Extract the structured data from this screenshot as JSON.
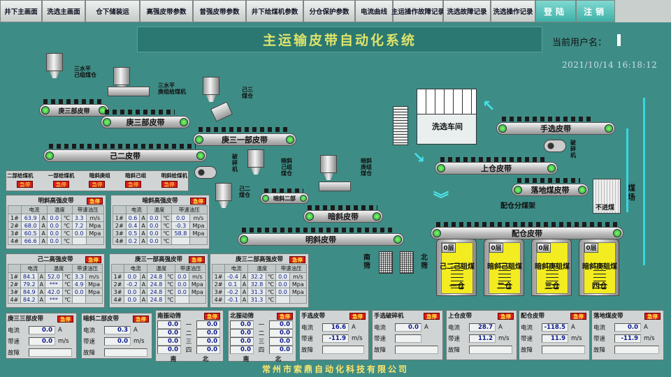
{
  "nav": [
    "井下主画面",
    "洗选主画面",
    "仓下储装运",
    "高强皮带参数",
    "普强皮带参数",
    "井下给煤机参数",
    "分仓保护参数",
    "电流曲线",
    "主运操作故障记录",
    "洗选故障记录",
    "洗选操作记录"
  ],
  "login": "登陆",
  "logout": "注销",
  "title": "主运输皮带自动化系统",
  "user_label": "当前用户名：",
  "datetime": "2021/10/14 16:18:12",
  "footer": "常州市索鼎自动化科技有限公司",
  "belts": {
    "b1": "庚三部皮带",
    "b2": "庚三部皮带",
    "b3": "庚三一部皮带",
    "b4": "己二皮带",
    "b5": "暗斜二部",
    "b6": "暗斜皮带",
    "b7": "明斜皮带",
    "b8": "手选皮带",
    "b9": "上仓皮带",
    "b10": "落地煤皮带",
    "b11": "配仓皮带"
  },
  "labels": {
    "l1": "三水平\n己组煤仓",
    "l2": "三水平\n庚组给煤机",
    "l3": "己三\n煤仓",
    "l4": "破\n碎\n机",
    "l5": "暗斜\n己组\n煤仓",
    "l6": "暗斜\n庚组\n煤仓",
    "l7": "己二\n煤仓",
    "wash": "洗选车间",
    "crusher": "破\n碎\n机",
    "coalyard": "煤\n场",
    "notin": "不进煤",
    "peicang": "配仓分煤架",
    "south": "南\n筛",
    "north": "北\n筛"
  },
  "silos": [
    {
      "n": "0层",
      "t1": "己二己组煤",
      "t2": "一仓"
    },
    {
      "n": "0层",
      "t1": "暗斜己组煤",
      "t2": "二仓"
    },
    {
      "n": "0层",
      "t1": "暗斜庚组煤",
      "t2": "三仓"
    },
    {
      "n": "0层",
      "t1": "暗斜庚组煤",
      "t2": "四仓"
    }
  ],
  "feeders": {
    "headers": [
      "二部给煤机",
      "一部给煤机",
      "暗斜庚组",
      "暗斜己组",
      "明斜给煤机"
    ],
    "stop": "急停"
  },
  "hp1": {
    "title": "明斜高强皮带",
    "cols": [
      "电流",
      "温度",
      "带速油压"
    ],
    "rows": [
      [
        "1#",
        "63.9",
        "A",
        "0.0",
        "℃",
        "3.3",
        "m/s"
      ],
      [
        "2#",
        "68.0",
        "A",
        "0.0",
        "℃",
        "7.2",
        "Mpa"
      ],
      [
        "3#",
        "60.5",
        "A",
        "0.0",
        "℃",
        "0.0",
        "Mpa"
      ],
      [
        "4#",
        "66.6",
        "A",
        "0.0",
        "℃",
        "",
        ""
      ]
    ]
  },
  "hp2": {
    "title": "暗斜高强皮带",
    "cols": [
      "电流",
      "温度",
      "带速油压"
    ],
    "rows": [
      [
        "1#",
        "0.6",
        "A",
        "0.0",
        "℃",
        "0.0",
        "m/s"
      ],
      [
        "2#",
        "0.4",
        "A",
        "0.0",
        "℃",
        "-0.3",
        "Mpa"
      ],
      [
        "3#",
        "0.5",
        "A",
        "0.0",
        "℃",
        "58.8",
        "Mpa"
      ],
      [
        "4#",
        "0.2",
        "A",
        "0.0",
        "℃",
        "",
        ""
      ]
    ]
  },
  "hp3": {
    "title": "己二高强皮带",
    "cols": [
      "电流",
      "温度",
      "带速油压"
    ],
    "rows": [
      [
        "1#",
        "84.1",
        "A",
        "52.0",
        "℃",
        "3.3",
        "m/s"
      ],
      [
        "2#",
        "79.2",
        "A",
        "***",
        "℃",
        "4.9",
        "Mpa"
      ],
      [
        "3#",
        "84.9",
        "A",
        "42.0",
        "℃",
        "0.0",
        "Mpa"
      ],
      [
        "4#",
        "84.2",
        "A",
        "***",
        "℃",
        "",
        ""
      ]
    ]
  },
  "hp4": {
    "title": "庚三一部高强皮带",
    "cols": [
      "电流",
      "温度",
      "带速油压"
    ],
    "rows": [
      [
        "1#",
        "0.0",
        "A",
        "24.8",
        "℃",
        "0.0",
        "m/s"
      ],
      [
        "2#",
        "-0.2",
        "A",
        "24.8",
        "℃",
        "0.0",
        "Mpa"
      ],
      [
        "3#",
        "0.0",
        "A",
        "24.8",
        "℃",
        "0.0",
        "Mpa"
      ],
      [
        "4#",
        "0.0",
        "A",
        "24.8",
        "℃",
        "",
        ""
      ]
    ]
  },
  "hp5": {
    "title": "庚三二部高强皮带",
    "cols": [
      "电流",
      "温度",
      "带速油压"
    ],
    "rows": [
      [
        "1#",
        "-0.4",
        "A",
        "32.2",
        "℃",
        "0.0",
        "m/s"
      ],
      [
        "2#",
        "0.1",
        "A",
        "32.8",
        "℃",
        "0.0",
        "Mpa"
      ],
      [
        "3#",
        "-0.2",
        "A",
        "31.3",
        "℃",
        "0.0",
        "Mpa"
      ],
      [
        "4#",
        "-0.1",
        "A",
        "31.3",
        "℃",
        "",
        ""
      ]
    ]
  },
  "small": [
    {
      "title": "庚三三部皮带",
      "i": "0.0",
      "s": "0.0",
      "unit_i": "A",
      "unit_s": "m/s"
    },
    {
      "title": "暗斜二部皮带",
      "i": "0.3",
      "s": "0.0",
      "unit_i": "A",
      "unit_s": "m/s"
    },
    {
      "title": "手选皮带",
      "i": "16.6",
      "s": "-11.9",
      "unit_i": "A",
      "unit_s": "m/s"
    },
    {
      "title": "手选破碎机",
      "i": "0.0",
      "s": "",
      "unit_i": "A",
      "unit_s": ""
    },
    {
      "title": "上仓皮带",
      "i": "28.7",
      "s": "11.2",
      "unit_i": "A",
      "unit_s": "m/s"
    },
    {
      "title": "配仓皮带",
      "i": "-118.5",
      "s": "11.9",
      "unit_i": "A",
      "unit_s": "m/s"
    },
    {
      "title": "落地煤皮带",
      "i": "0.0",
      "s": "-11.9",
      "unit_i": "A",
      "unit_s": "m/s"
    }
  ],
  "lbl_current": "电流",
  "lbl_speed": "带速",
  "lbl_fault": "故障",
  "stop": "急停",
  "screens": [
    {
      "title": "南振动筛",
      "vals": [
        "0.0",
        "0.0",
        "0.0",
        "0.0",
        "0.0",
        "0.0",
        "0.0",
        "0.0"
      ],
      "mid": [
        "一",
        "二",
        "三",
        "四"
      ],
      "foot": [
        "南",
        "北"
      ]
    },
    {
      "title": "北振动筛",
      "vals": [
        "0.0",
        "0.0",
        "0.0",
        "0.0",
        "0.0",
        "0.0",
        "0.0",
        "0.0"
      ],
      "mid": [
        "一",
        "二",
        "三",
        "四"
      ],
      "foot": [
        "南",
        "北"
      ]
    }
  ]
}
